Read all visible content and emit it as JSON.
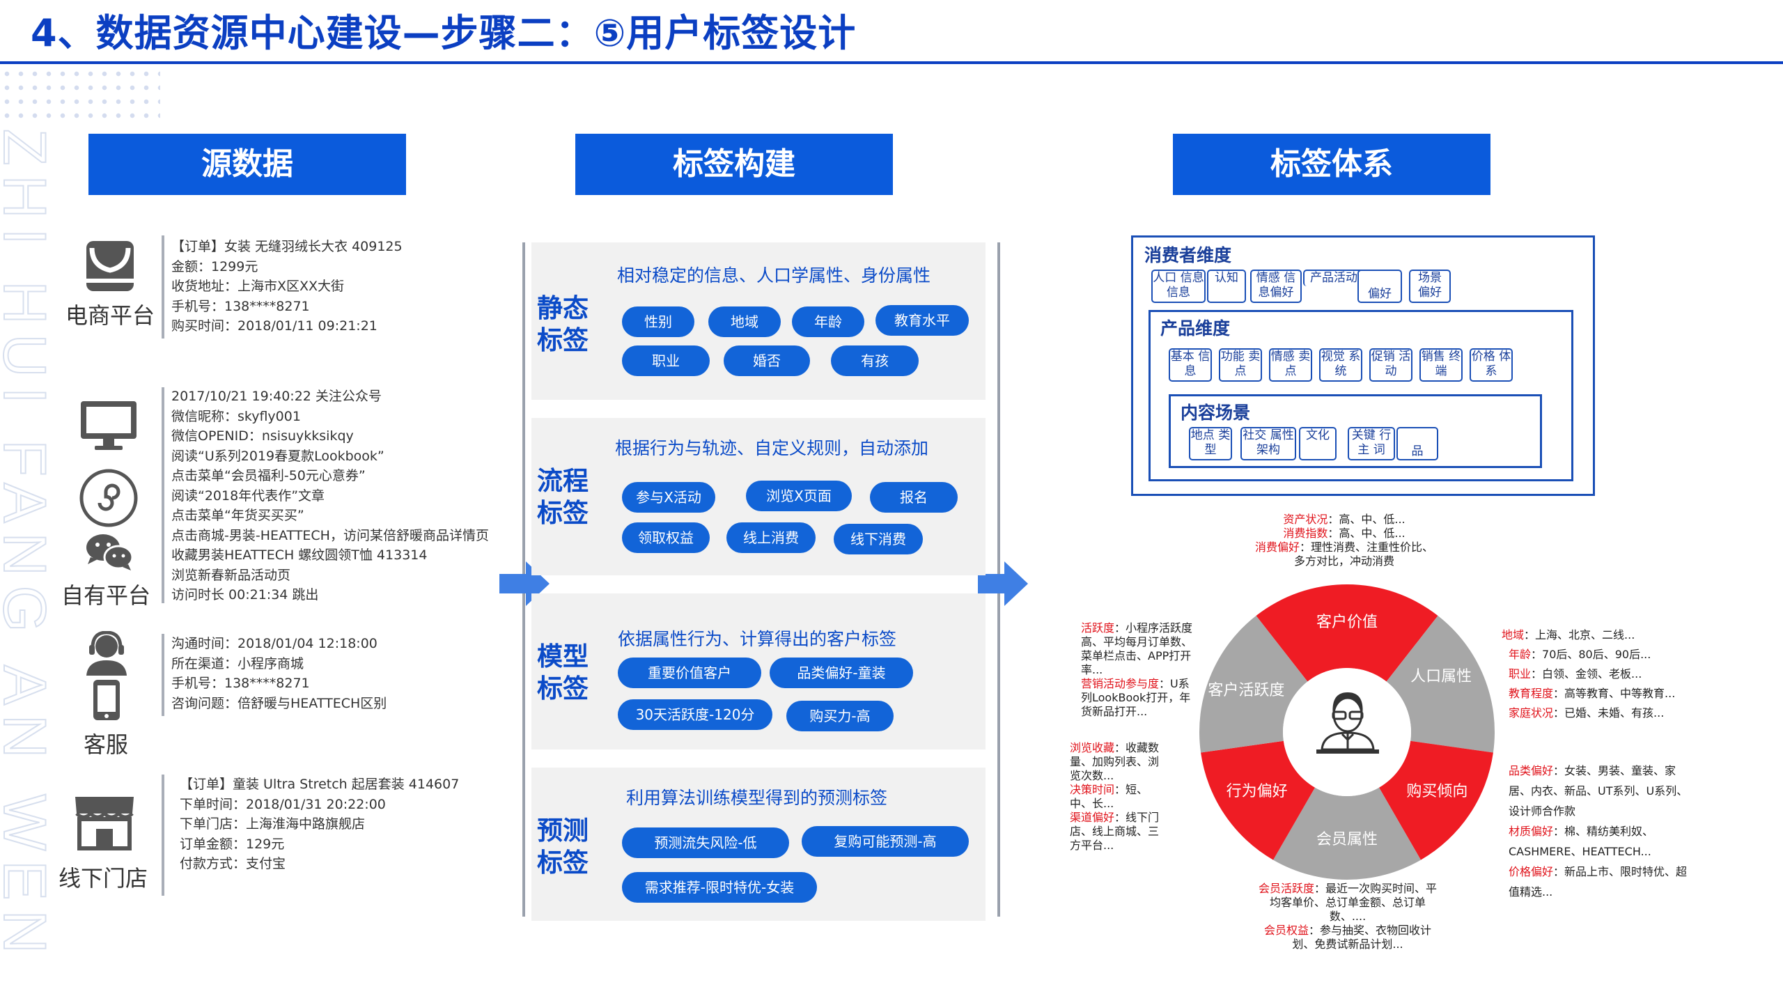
{
  "title": "4、数据资源中心建设—步骤二：⑤用户标签设计",
  "watermark": "ZHI HUI FANG AN WEN KU",
  "sections": {
    "source": "源数据",
    "build": "标签构建",
    "system": "标签体系"
  },
  "sources": [
    {
      "icon": "shopping-bag-icon",
      "label": "电商平台",
      "lines": [
        "【订单】女装 无缝羽绒长大衣 409125",
        "金额：1299元",
        "收货地址：上海市X区XX大街",
        "手机号：138****8271",
        "购买时间：2018/01/11 09:21:21"
      ]
    },
    {
      "icon": "monitor-icon",
      "label": "自有平台",
      "lines": [
        "2017/10/21 19:40:22  关注公众号",
        "微信昵称：skyfly001",
        "微信OPENID：nsisuykksikqy",
        "阅读“U系列2019春夏款Lookbook”",
        "点击菜单“会员福利-50元心意券”",
        "阅读“2018年代表作”文章",
        "点击菜单“年货买买买”",
        "点击商城-男装-HEATTECH，访问某倍舒暖商品详情页",
        "收藏男装HEATTECH 螺纹圆领T恤 413314",
        "浏览新春新品活动页",
        "访问时长 00:21:34 跳出"
      ]
    },
    {
      "icon": "headset-icon",
      "label": "客服",
      "lines": [
        "沟通时间：2018/01/04 12:18:00",
        "所在渠道：小程序商城",
        "手机号：138****8271",
        "咨询问题：倍舒暖与HEATTECH区别"
      ]
    },
    {
      "icon": "store-icon",
      "label": "线下门店",
      "lines": [
        "【订单】童装 Ultra Stretch 起居套装 414607",
        "下单时间：2018/01/31 20:22:00",
        "下单门店：上海淮海中路旗舰店",
        "订单金额：129元",
        "付款方式：支付宝"
      ]
    }
  ],
  "panels": [
    {
      "title": "静态标签",
      "desc": "相对稳定的信息、人口学属性、身份属性",
      "pills": [
        "性别",
        "地域",
        "年龄",
        "教育水平",
        "职业",
        "婚否",
        "有孩"
      ]
    },
    {
      "title": "流程标签",
      "desc": "根据行为与轨迹、自定义规则，自动添加",
      "pills": [
        "参与X活动",
        "浏览X页面",
        "报名",
        "领取权益",
        "线上消费",
        "线下消费"
      ]
    },
    {
      "title": "模型标签",
      "desc": "依据属性行为、计算得出的客户标签",
      "pills": [
        "重要价值客户",
        "品类偏好-童装",
        "30天活跃度-120分",
        "购买力-高"
      ]
    },
    {
      "title": "预测标签",
      "desc": "利用算法训练模型得到的预测标签",
      "pills": [
        "预测流失风险-低",
        "复购可能预测-高",
        "需求推荐-限时特优-女装"
      ]
    }
  ],
  "tag_system": {
    "consumer": {
      "title": "消费者维度",
      "tags": [
        "人口 信息信息",
        "认知",
        "情感 信息偏好",
        "产品活动",
        "偏好",
        "场景 偏好"
      ]
    },
    "product": {
      "title": "产品维度",
      "tags": [
        "基本 信息",
        "功能 卖点",
        "情感 卖点",
        "视觉 系统",
        "促销 活动",
        "销售 终端",
        "价格 体系"
      ]
    },
    "content": {
      "title": "内容场景",
      "tags": [
        "地点 类型",
        "社交 属性 架构",
        "文化",
        "关键 行主 词",
        "品"
      ]
    }
  },
  "ring": {
    "segments": [
      "客户价值",
      "人口属性",
      "购买倾向",
      "会员属性",
      "行为偏好",
      "客户活跃度"
    ],
    "colors": {
      "red": "#ef1c24",
      "gray": "#a7a7a7"
    }
  },
  "annotations": [
    {
      "key": "top",
      "parts": [
        [
          "资产状况",
          "：高、中、低..."
        ],
        [
          "消费指数",
          "：高、中、低..."
        ],
        [
          "消费偏好",
          "：理性消费、注重性价比、多方对比，冲动消费"
        ]
      ]
    },
    {
      "key": "left-top",
      "parts": [
        [
          "活跃度",
          "：小程序活跃度高、平均每月订单数、菜单栏点击、APP打开率..."
        ],
        [
          "营销活动参与度",
          "：U系列LookBook打开，年货新品打开..."
        ]
      ]
    },
    {
      "key": "left-bottom",
      "parts": [
        [
          "浏览收藏",
          "：收藏数量、加购列表、浏览次数..."
        ],
        [
          "决策时间",
          "：短、中、长..."
        ],
        [
          "渠道偏好",
          "：线下门店、线上商城、三方平台..."
        ]
      ]
    },
    {
      "key": "right-top",
      "parts": [
        [
          "地域",
          "：上海、北京、二线..."
        ],
        [
          "年龄",
          "：70后、80后、90后..."
        ],
        [
          "职业",
          "：白领、金领、老板..."
        ],
        [
          "教育程度",
          "：高等教育、中等教育..."
        ],
        [
          "家庭状况",
          "：已婚、未婚、有孩..."
        ]
      ]
    },
    {
      "key": "right-bottom",
      "parts": [
        [
          "品类偏好",
          "：女装、男装、童装、家居、内衣、新品、UT系列、U系列、设计师合作款"
        ],
        [
          "材质偏好",
          "：棉、精纺美利奴、CASHMERE、HEATTECH..."
        ],
        [
          "价格偏好",
          "：新品上市、限时特优、超值精选..."
        ]
      ]
    },
    {
      "key": "bottom",
      "parts": [
        [
          "会员活跃度",
          "：最近一次购买时间、平均客单价、总订单金额、总订单数、...."
        ],
        [
          "会员权益",
          "：参与抽奖、衣物回收计划、免费试新品计划..."
        ]
      ]
    }
  ]
}
